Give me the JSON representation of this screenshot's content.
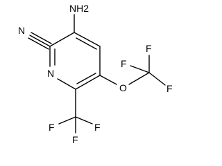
{
  "molecule": {
    "atoms": {
      "amino": "NH2",
      "nitrile_n": "N",
      "ring_n": "N",
      "ether_o": "O",
      "ocf3_f1": "F",
      "ocf3_f2": "F",
      "ocf3_f3": "F",
      "cf3_f1": "F",
      "cf3_f2": "F",
      "cf3_f3": "F"
    }
  },
  "colors": {
    "bond": "#000000",
    "label": "#000000",
    "background": "#ffffff"
  }
}
